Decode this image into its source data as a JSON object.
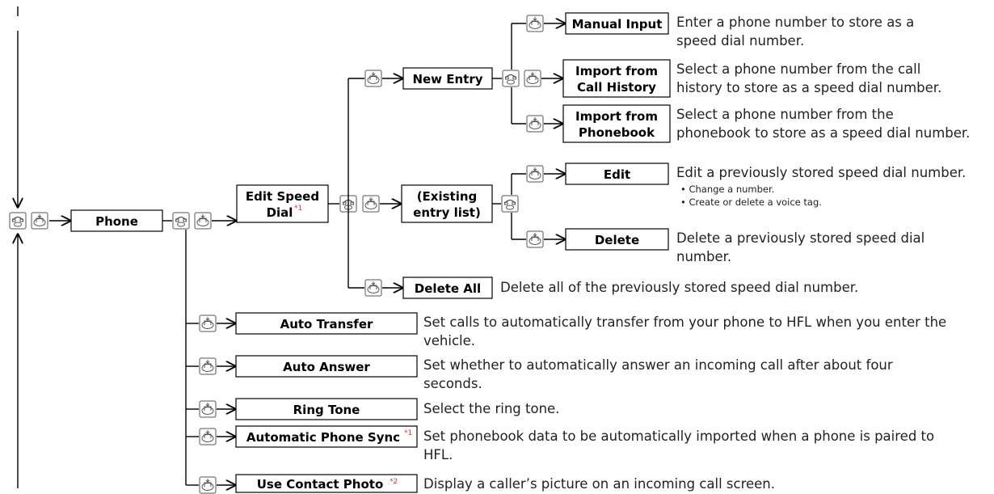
{
  "nodes": {
    "phone": {
      "label": "Phone"
    },
    "edit_speed_dial": {
      "label": [
        "Edit Speed",
        "Dial"
      ],
      "note": "*1"
    },
    "new_entry": {
      "label": "New Entry"
    },
    "existing_entry_list": {
      "label": [
        "(Existing",
        "entry list)"
      ]
    },
    "delete_all": {
      "label": "Delete All"
    },
    "manual_input": {
      "label": "Manual Input"
    },
    "import_call_history": {
      "label": [
        "Import from",
        "Call History"
      ]
    },
    "import_phonebook": {
      "label": [
        "Import from",
        "Phonebook"
      ]
    },
    "edit": {
      "label": "Edit"
    },
    "delete": {
      "label": "Delete"
    },
    "auto_transfer": {
      "label": "Auto Transfer"
    },
    "auto_answer": {
      "label": "Auto Answer"
    },
    "ring_tone": {
      "label": "Ring Tone"
    },
    "automatic_phone_sync": {
      "label": "Automatic Phone Sync",
      "note": "*1"
    },
    "use_contact_photo": {
      "label": "Use Contact Photo",
      "note": "*2"
    }
  },
  "descriptions": {
    "manual_input": [
      "Enter a phone number to store as a",
      "speed dial number."
    ],
    "import_call_history": [
      "Select a phone number from the call",
      "history to store as a speed dial number."
    ],
    "import_phonebook": [
      "Select a phone number from the",
      "phonebook to store as a speed dial number."
    ],
    "edit": "Edit a previously stored speed dial number.",
    "edit_bullets": [
      "Change a number.",
      "Create or delete a voice tag."
    ],
    "delete": [
      "Delete a previously stored speed dial",
      "number."
    ],
    "delete_all": "Delete all of the previously stored speed dial number.",
    "auto_transfer": [
      "Set calls to automatically transfer from your phone to HFL when you enter the",
      "vehicle."
    ],
    "auto_answer": [
      "Set whether to automatically answer an incoming call after about four",
      "seconds."
    ],
    "ring_tone": "Select the ring tone.",
    "automatic_phone_sync": [
      "Set phonebook data to be automatically imported when a phone is paired to",
      "HFL."
    ],
    "use_contact_photo": "Display a caller’s picture on an incoming call screen."
  },
  "icons": {
    "talk": "talk-button-icon",
    "knob": "interface-dial-icon"
  },
  "colors": {
    "line": "#000000",
    "footnote": "#e0302a",
    "icon_stroke": "#555555"
  }
}
